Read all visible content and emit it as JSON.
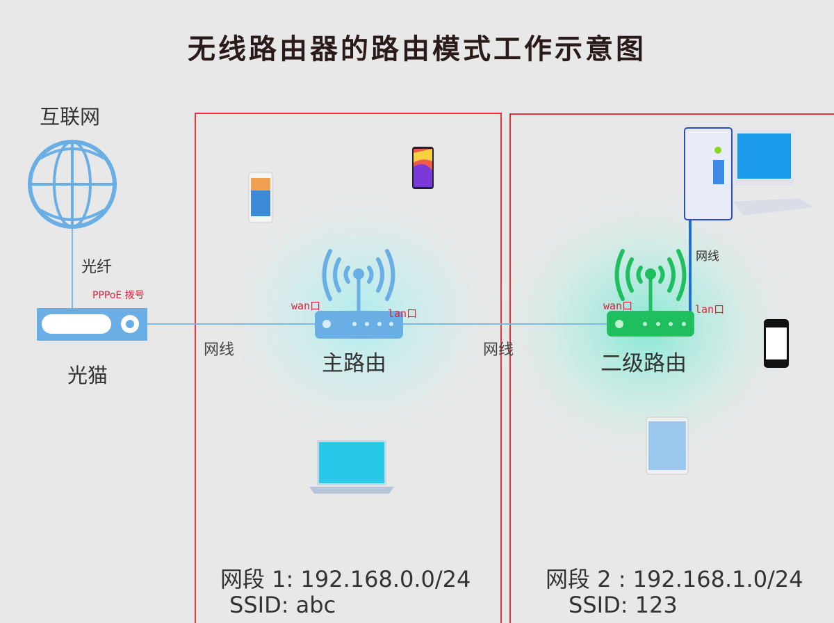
{
  "title": "无线路由器的路由模式工作示意图",
  "internet": {
    "label": "互联网",
    "icon": "globe-icon"
  },
  "fiber_label": "光纤",
  "dial_label": "PPPoE 拨号",
  "modem": {
    "label": "光猫",
    "icon": "modem-icon"
  },
  "cable_label_1": "网线",
  "cable_label_2": "网线",
  "cable_label_3": "网线",
  "main_router": {
    "label": "主路由",
    "wan": "wan口",
    "lan": "lan口",
    "color": "#6aaee6"
  },
  "sub_router": {
    "label": "二级路由",
    "wan": "wan口",
    "lan": "lan口",
    "color": "#1fbf5f"
  },
  "segment1": {
    "network": "网段 1:  192.168.0.0/24",
    "ssid": "SSID:  abc"
  },
  "segment2": {
    "network": "网段 2 :  192.168.1.0/24",
    "ssid": "SSID:  123"
  },
  "colors": {
    "box": "#e8303c",
    "line": "#7ab8ee",
    "lan_cable": "#1a6fd8"
  }
}
